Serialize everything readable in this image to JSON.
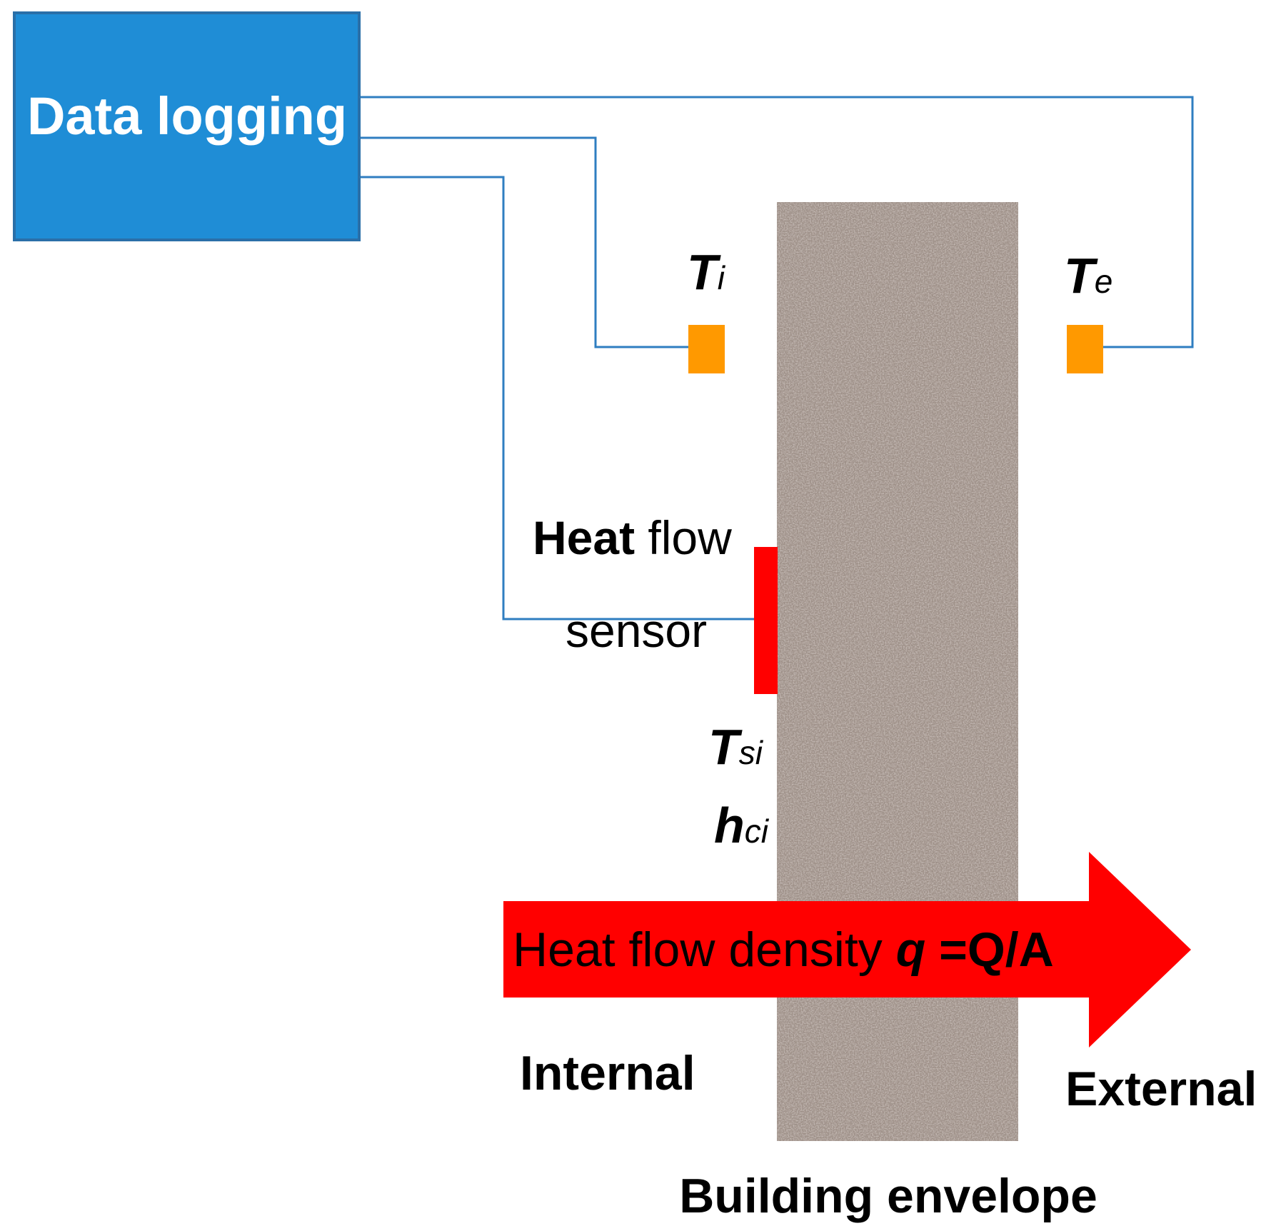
{
  "colors": {
    "logger_fill": "#1f8dd6",
    "logger_border": "#2a6fa8",
    "wire": "#2f7ec1",
    "sensor_orange": "#ff9900",
    "heat_red": "#ff0000",
    "wall_base": "#9e9088"
  },
  "logger": {
    "label": "Data logging"
  },
  "sensors": {
    "internal_temp": {
      "symbol": "T",
      "subscript": "i"
    },
    "external_temp": {
      "symbol": "T",
      "subscript": "e"
    },
    "heat_flow_sensor": {
      "line1_bold": "Heat",
      "line1_rest": "flow",
      "line2": "sensor"
    }
  },
  "surface": {
    "temperature": {
      "symbol": "T",
      "subscript": "si"
    },
    "coefficient": {
      "symbol": "h",
      "subscript": "ci"
    }
  },
  "arrow": {
    "label_text": "Heat flow density",
    "label_symbol": "q",
    "label_formula": "=Q/A"
  },
  "sides": {
    "internal": "Internal",
    "external": "External"
  },
  "wall": {
    "label": "Building envelope"
  }
}
